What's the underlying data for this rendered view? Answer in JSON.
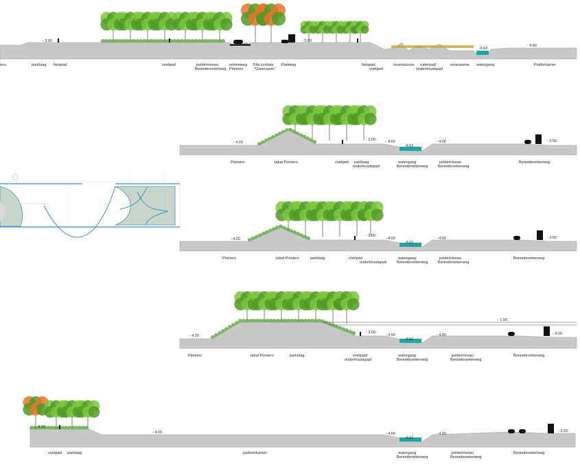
{
  "sections": [
    {
      "id": "s1",
      "levels": [
        "- 3.00",
        "- 3.60",
        "- 3.00",
        "-6.62",
        "- 4.00"
      ],
      "labels": [
        [
          "iers"
        ],
        [
          "parklaag"
        ],
        [
          "fietspad"
        ],
        [
          "voetpad"
        ],
        [
          "polderniveau",
          "Bennebroekerweg"
        ],
        [
          "entreeweg",
          "Pioniers"
        ],
        [
          "Tilia cordata",
          "\"Greenspire\""
        ],
        [
          "Parkway"
        ],
        [
          "fietspad",
          "voetpad"
        ],
        [
          "moeraszone"
        ],
        [
          "ruiterpad/",
          "onderhoudspad"
        ],
        [
          "moerasone"
        ],
        [
          "watergang"
        ],
        [
          "Polderkamer"
        ]
      ]
    },
    {
      "id": "s2",
      "levels": [
        "- 4.20",
        "- 3.00",
        "- 4.00",
        "-6.62",
        "- 4.00",
        "- 3.50"
      ],
      "labels": [
        [
          "Pioniers"
        ],
        [
          "talud Pioniers"
        ],
        [
          "voetpad"
        ],
        [
          "parklaag",
          "onderhoudspad"
        ],
        [
          "watergang",
          "Bennebroekerweg"
        ],
        [
          "polderniveau",
          "Bennebroekerweg"
        ],
        [
          "Bennebroekerweg"
        ]
      ]
    },
    {
      "id": "s3",
      "levels": [
        "- 4.20",
        "- 3.00",
        "- 4.00",
        "-6.62",
        "- 4.00",
        "- 3.50"
      ],
      "labels": [
        [
          "Pioniers"
        ],
        [
          "talud Pioniers"
        ],
        [
          "parklaag"
        ],
        [
          "voetpad",
          "onderhoudspad"
        ],
        [
          "watergang",
          "Bennebroekerweg"
        ],
        [
          "polderniveau",
          "Bennebroekerweg"
        ],
        [
          "Bennebroekerweg"
        ]
      ]
    },
    {
      "id": "s4",
      "levels": [
        "- 4.20",
        "- 3.00",
        "- 4.00",
        "-6.62",
        "- 4.00",
        "- 1.00",
        "- 3.20"
      ],
      "labels": [
        [
          "Pioniers"
        ],
        [
          "talud Pioniers"
        ],
        [
          "parklaag"
        ],
        [
          "voetpad/",
          "onderhoudspad"
        ],
        [
          "watergang",
          "Bennebroekerweg"
        ],
        [
          "polderniveau",
          "Bennebroekerweg"
        ],
        [
          "Bennebroekerweg"
        ]
      ]
    },
    {
      "id": "s5",
      "levels": [
        "- 4.00",
        "- 4.00",
        "- 4.00",
        "-6.62",
        "- 4.00",
        "- 3.20"
      ],
      "labels": [
        [
          "voetpad"
        ],
        [
          "parklaag"
        ],
        [
          "parkeerkamer"
        ],
        [
          "watergang",
          "Bennebroekerweg"
        ],
        [
          "polderniveau",
          "Bennebroekerweg"
        ],
        [
          "Bennebroekerweg"
        ]
      ]
    }
  ],
  "colors": {
    "ground": "#c8c8c8",
    "ground_edge": "#9a9a9a",
    "water": "#1fa4a8",
    "tree_green": "#7cc43c",
    "tree_green_dark": "#4f9a26",
    "tree_orange": "#e8742a",
    "shrub": "#5aa83a",
    "reed": "#c9a63a",
    "plan_fill": "#c9d6cb",
    "plan_line": "#3d8fbf"
  }
}
